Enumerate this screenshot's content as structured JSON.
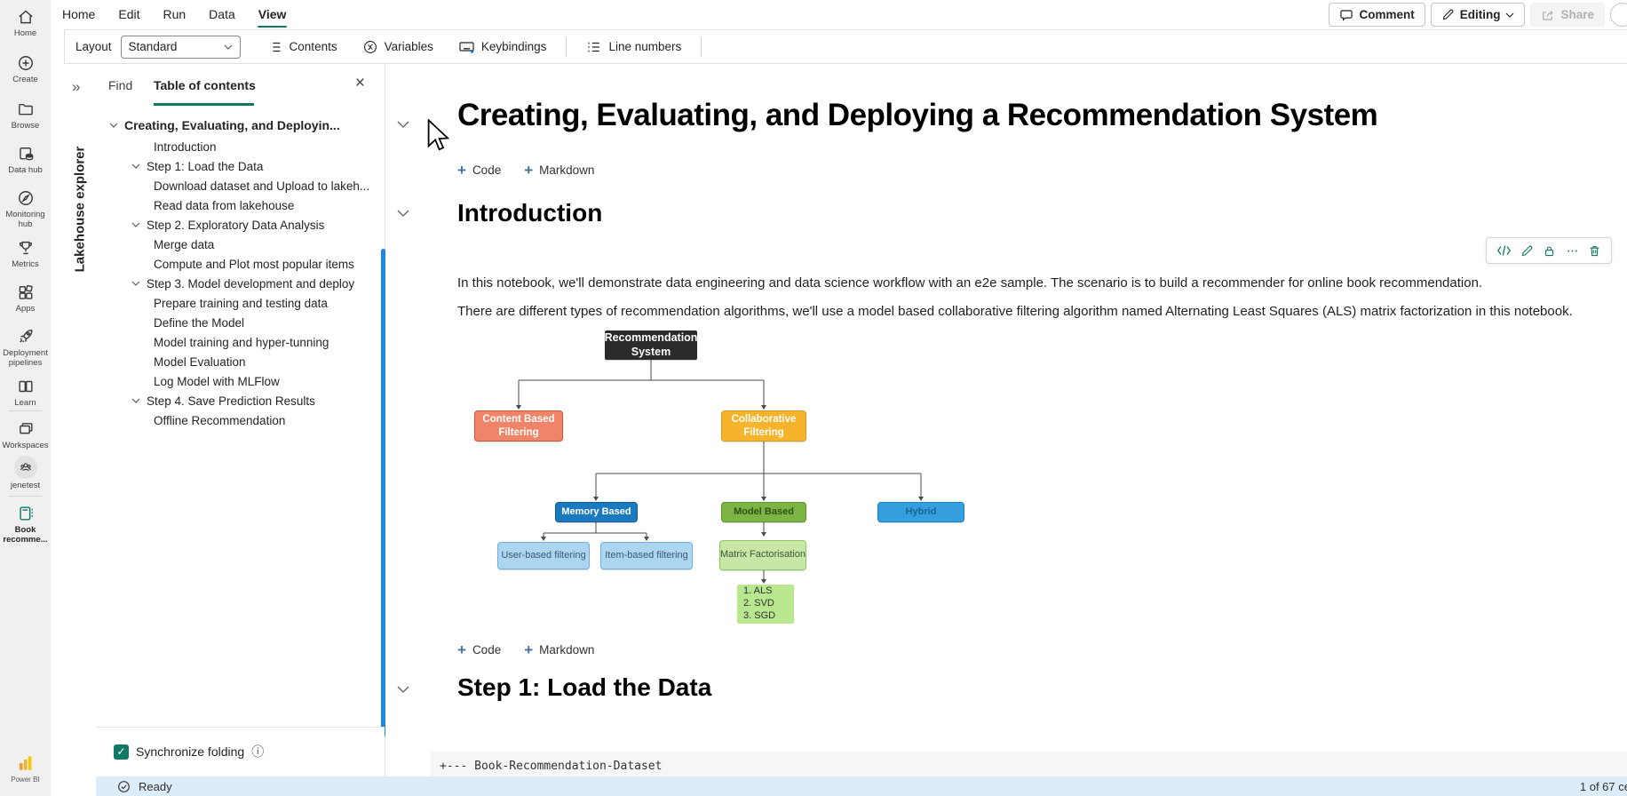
{
  "colors": {
    "accent_teal": "#117865",
    "toc_scrollbar_blue": "#1e88e5",
    "status_bar_bg": "#ddecf9",
    "diagram": {
      "root_bg": "#2b2b2b",
      "content_based_bg": "#ef8468",
      "collaborative_bg": "#f6b32c",
      "memory_based_bg": "#1b79c0",
      "model_based_bg": "#7cb544",
      "hybrid_bg": "#35a0e0",
      "user_item_bg": "#abd5f0",
      "matrix_bg": "#c7e8a4",
      "algo_bg": "#b9e78f"
    }
  },
  "menu_bar": {
    "items": [
      "Home",
      "Edit",
      "Run",
      "Data",
      "View"
    ],
    "active": "View"
  },
  "top_actions": {
    "comment": "Comment",
    "editing": "Editing",
    "share": "Share"
  },
  "toolbar": {
    "layout_label": "Layout",
    "layout_value": "Standard",
    "contents": "Contents",
    "variables": "Variables",
    "keybindings": "Keybindings",
    "line_numbers": "Line numbers"
  },
  "explorer_strip": {
    "label": "Lakehouse explorer"
  },
  "sidebar": {
    "items": [
      {
        "label": "Home"
      },
      {
        "label": "Create"
      },
      {
        "label": "Browse"
      },
      {
        "label": "Data hub"
      },
      {
        "label": "Monitoring hub"
      },
      {
        "label": "Metrics"
      },
      {
        "label": "Apps"
      },
      {
        "label": "Deployment pipelines"
      },
      {
        "label": "Learn"
      },
      {
        "label": "Workspaces"
      },
      {
        "label": "jenetest"
      },
      {
        "label": "Book recomme..."
      }
    ],
    "brand": "Power BI"
  },
  "toc": {
    "tabs": [
      "Find",
      "Table of contents"
    ],
    "active_tab": "Table of contents",
    "items": [
      {
        "label": "Creating, Evaluating, and Deployin..."
      },
      {
        "label": "Introduction"
      },
      {
        "label": "Step 1: Load the Data"
      },
      {
        "label": "Download dataset and Upload to lakeh..."
      },
      {
        "label": "Read data from lakehouse"
      },
      {
        "label": "Step 2. Exploratory Data Analysis"
      },
      {
        "label": "Merge data"
      },
      {
        "label": "Compute and Plot most popular items"
      },
      {
        "label": "Step 3. Model development and deploy"
      },
      {
        "label": "Prepare training and testing data"
      },
      {
        "label": "Define the Model"
      },
      {
        "label": "Model training and hyper-tunning"
      },
      {
        "label": "Model Evaluation"
      },
      {
        "label": "Log Model with MLFlow"
      },
      {
        "label": "Step 4. Save Prediction Results"
      },
      {
        "label": "Offline Recommendation"
      }
    ],
    "footer": {
      "sync_label": "Synchronize folding"
    }
  },
  "notebook": {
    "title": "Creating, Evaluating, and Deploying a Recommendation System",
    "add_code": "Code",
    "add_markdown": "Markdown",
    "intro_heading": "Introduction",
    "paragraph1": "In this notebook, we'll demonstrate data engineering and data science workflow with an e2e sample. The scenario is to build a recommender for online book recommendation.",
    "paragraph2": "There are different types of recommendation algorithms, we'll use a model based collaborative filtering algorithm named Alternating Least Squares (ALS) matrix factorization in this notebook.",
    "step1_heading": "Step 1: Load the Data",
    "output_line": "+--- Book-Recommendation-Dataset"
  },
  "diagram": {
    "nodes": {
      "root": "Recommendation System",
      "content": "Content Based Filtering",
      "collaborative": "Collaborative Filtering",
      "memory": "Memory Based",
      "model": "Model Based",
      "hybrid": "Hybrid",
      "user": "User-based filtering",
      "item": "Item-based filtering",
      "matrix": "Matrix Factorisation"
    },
    "algorithms": [
      "1. ALS",
      "2. SVD",
      "3. SGD"
    ]
  },
  "status_bar": {
    "ready": "Ready",
    "cell_count": "1 of 67 ce"
  }
}
